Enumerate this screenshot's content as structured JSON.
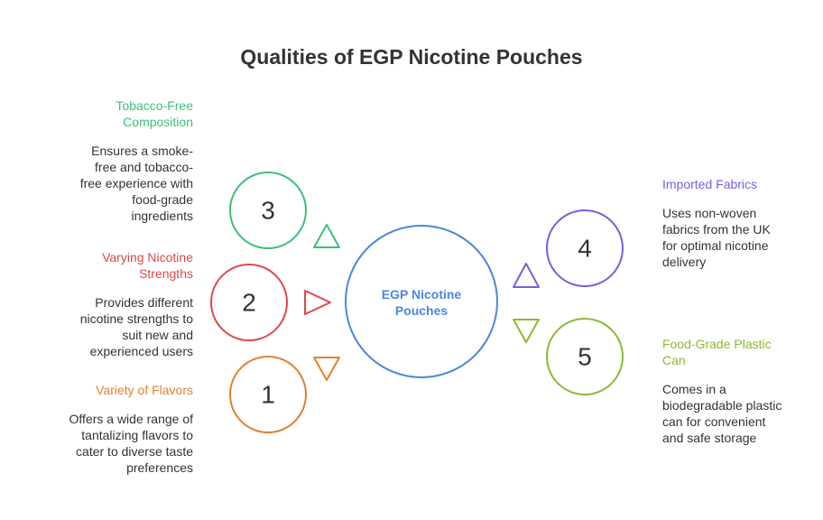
{
  "title": "Qualities of EGP Nicotine Pouches",
  "center": {
    "line1": "EGP Nicotine",
    "line2": "Pouches",
    "color": "#4a86e0"
  },
  "items": [
    {
      "number": "1",
      "heading": "Variety of Flavors",
      "description": "Offers a wide range of tantalizing flavors to cater to diverse taste preferences",
      "color": "#e08030"
    },
    {
      "number": "2",
      "heading": "Varying Nicotine Strengths",
      "description": "Provides different nicotine strengths to suit new and experienced users",
      "color": "#e04848"
    },
    {
      "number": "3",
      "heading": "Tobacco-Free Composition",
      "description": "Ensures a smoke-free and tobacco-free experience with food-grade ingredients",
      "color": "#3cbf7a"
    },
    {
      "number": "4",
      "heading": "Imported Fabrics",
      "description": "Uses non-woven fabrics from the UK for optimal nicotine delivery",
      "color": "#7b5ce0"
    },
    {
      "number": "5",
      "heading": "Food-Grade Plastic Can",
      "description": "Comes in a biodegradable plastic can for convenient and safe storage",
      "color": "#8cb832"
    }
  ]
}
